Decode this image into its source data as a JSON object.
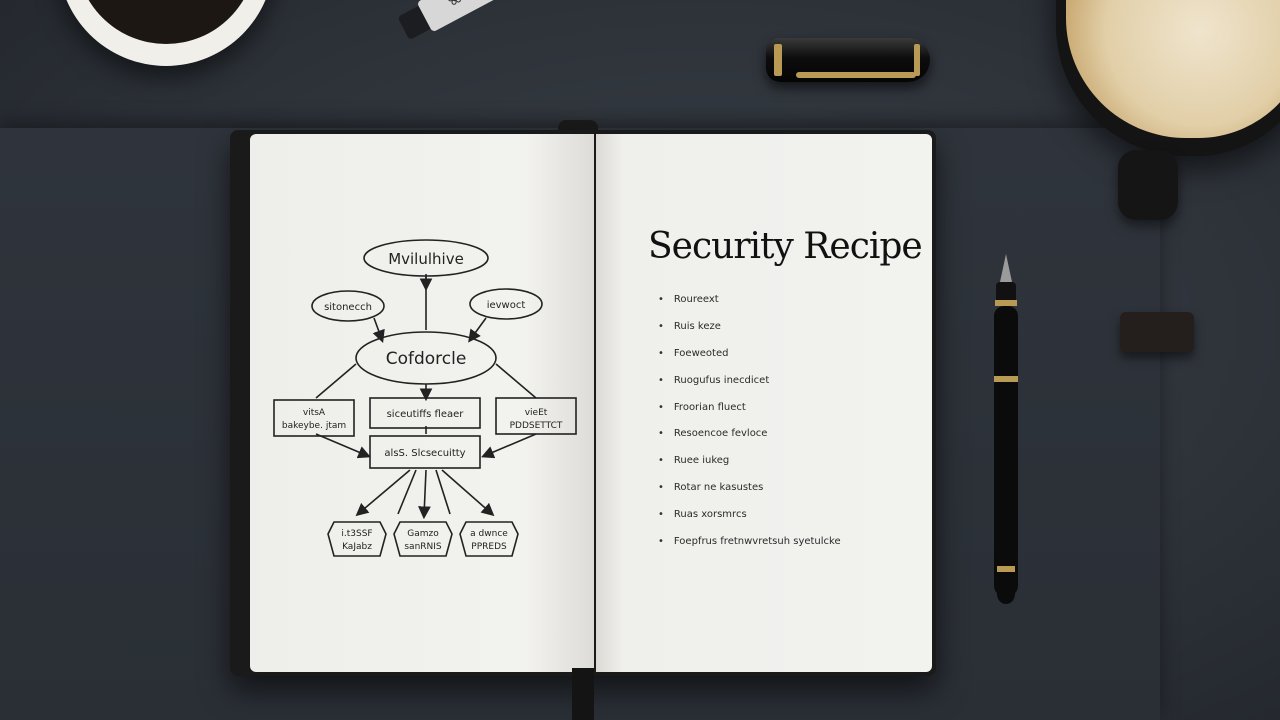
{
  "left_page": {
    "diagram": {
      "top_node": "Mvilulhive",
      "left_bubble": "sitonecch",
      "right_bubble": "ievwoct",
      "center_node": "Cofdorcle",
      "box_left": [
        "vitsA",
        "bakeybe. jtam"
      ],
      "box_center": "siceutiffs fleaer",
      "box_right": [
        "vieEt",
        "PDDSETTCT"
      ],
      "box_bottom": "alsS. Slcsecuitty",
      "leaves": [
        [
          "i.t3SSF",
          "KaJabz"
        ],
        [
          "Gamzo",
          "sanRNIS"
        ],
        [
          "a dwnce",
          "PPREDS"
        ]
      ]
    }
  },
  "right_page": {
    "title": "Security Recipe",
    "items": [
      "Roureext",
      "Ruis keze",
      "Foeweoted",
      "Ruogufus inecdicet",
      "Froorian fluect",
      "Resoencoe fevloce",
      "Ruee iukeg",
      "Rotar ne kasustes",
      "Ruas xorsmrcs",
      "Foepfrus fretnwvretsuh syetulcke"
    ]
  }
}
